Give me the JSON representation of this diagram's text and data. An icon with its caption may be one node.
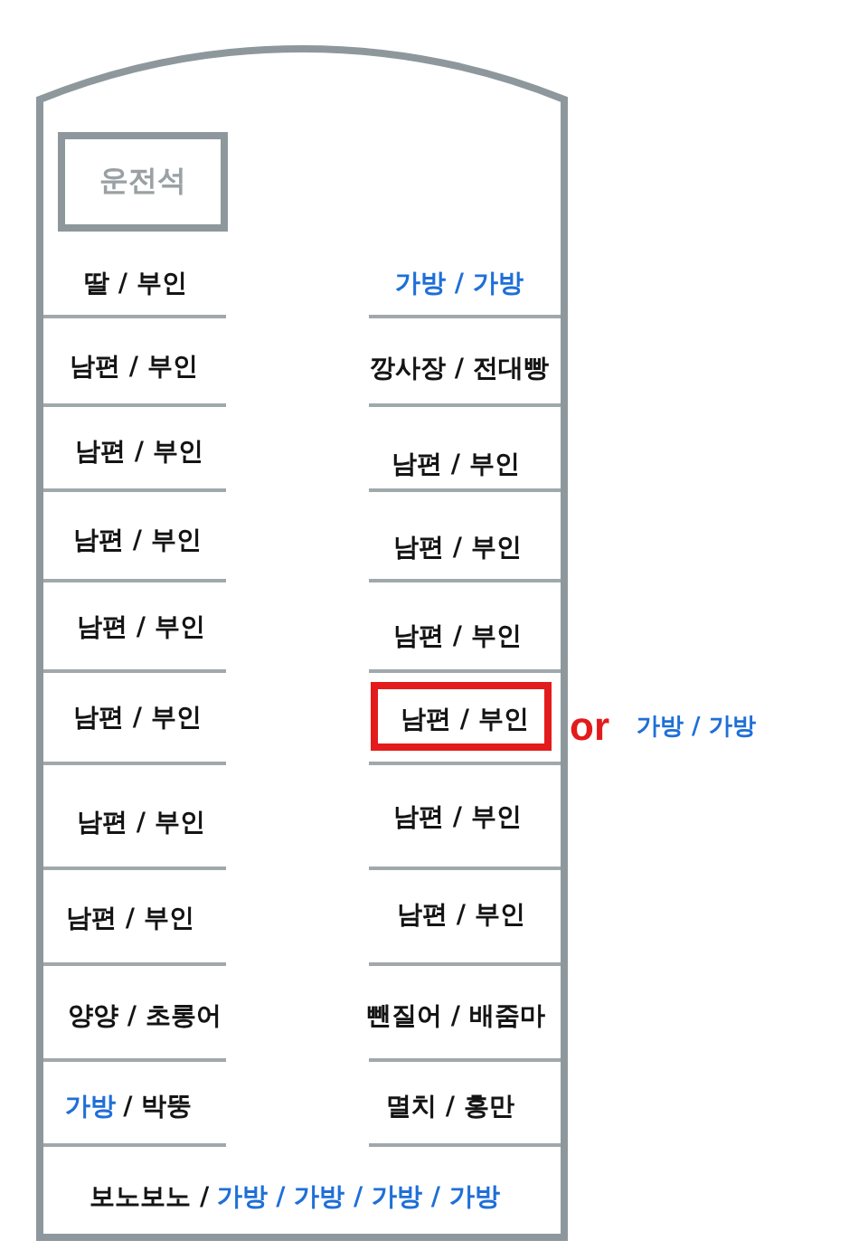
{
  "diagram": {
    "nodes": [
      {
        "text": [],
        "shape": "box"
      },
      {
        "text": [
          "운전석"
        ],
        "in": 0
      },
      {
        "text": [
          "딸 / 부인"
        ],
        "in": 0
      },
      {
        "text": [
          "가방 / 가방"
        ],
        "in": 0
      },
      {
        "text": [
          "남편 / 부인"
        ],
        "in": 0
      },
      {
        "text": [
          "깡사장 / 전대빵"
        ],
        "in": 0
      },
      {
        "text": [
          "남편 / 부인"
        ],
        "in": 0
      },
      {
        "text": [
          "남편 / 부인"
        ],
        "in": 0
      },
      {
        "text": [
          "남편 / 부인"
        ],
        "in": 0
      },
      {
        "text": [
          "남편 / 부인"
        ],
        "in": 0
      },
      {
        "text": [
          "남편 / 부인"
        ],
        "in": 0
      },
      {
        "text": [
          "남편 / 부인"
        ],
        "in": 0
      },
      {
        "text": [
          "남편 / 부인"
        ],
        "in": 0
      },
      {
        "text": [
          "남편 / 부인"
        ],
        "in": 0,
        "beside": [
          "or",
          "가방 / 가방"
        ]
      },
      {
        "text": [
          "남편 / 부인"
        ],
        "in": 0
      },
      {
        "text": [
          "남편 / 부인"
        ],
        "in": 0
      },
      {
        "text": [
          "남편 / 부인"
        ],
        "in": 0
      },
      {
        "text": [
          "남편 / 부인"
        ],
        "in": 0
      },
      {
        "text": [
          "양양 / 초롱어"
        ],
        "in": 0
      },
      {
        "text": [
          "뺀질어 / 배줌마"
        ],
        "in": 0
      },
      {
        "text": [
          "가방",
          "/ 박뚱"
        ],
        "in": 0
      },
      {
        "text": [
          "멸치 / 홍만"
        ],
        "in": 0
      },
      {
        "text": [
          "보노보노 /",
          "가방 / 가방 / 가방 / 가방"
        ],
        "in": 0
      }
    ]
  }
}
